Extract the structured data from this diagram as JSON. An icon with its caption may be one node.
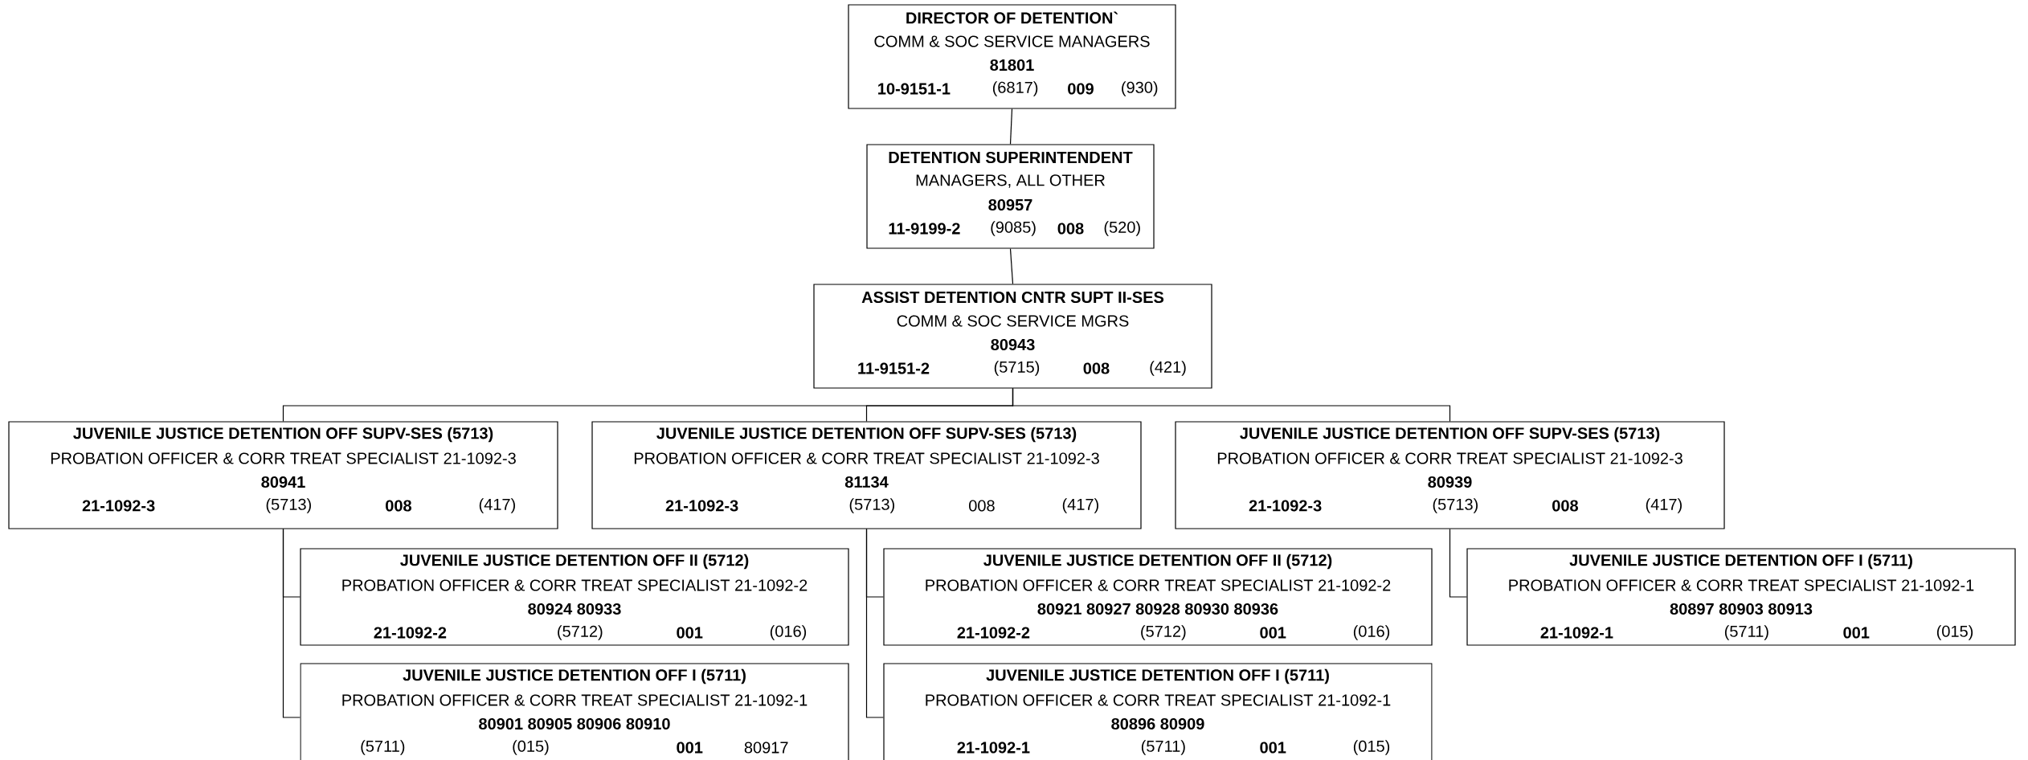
{
  "diagram": {
    "nodes": [
      {
        "text": [
          "DIRECTOR OF DETENTION`",
          "COMM & SOC SERVICE MANAGERS",
          "81801",
          "10-9151-1",
          "(6817)",
          "009",
          "(930)"
        ]
      },
      {
        "text": [
          "DETENTION SUPERINTENDENT",
          "MANAGERS, ALL OTHER",
          "80957",
          "11-9199-2",
          "(9085)",
          "008",
          "(520)"
        ]
      },
      {
        "text": [
          "ASSIST DETENTION CNTR SUPT II-SES",
          "COMM & SOC SERVICE MGRS",
          "80943",
          "11-9151-2",
          "(5715)",
          "008",
          "(421)"
        ]
      },
      {
        "text": [
          "JUVENILE JUSTICE DETENTION OFF SUPV-SES (5713)",
          "PROBATION OFFICER & CORR TREAT SPECIALIST 21-1092-3",
          "80941",
          "21-1092-3",
          "(5713)",
          "008",
          "(417)"
        ]
      },
      {
        "text": [
          "JUVENILE JUSTICE DETENTION OFF SUPV-SES (5713)",
          "PROBATION OFFICER & CORR TREAT SPECIALIST 21-1092-3",
          "81134",
          "21-1092-3",
          "(5713)",
          "008",
          "(417)"
        ]
      },
      {
        "text": [
          "JUVENILE JUSTICE DETENTION OFF SUPV-SES (5713)",
          "PROBATION OFFICER & CORR TREAT SPECIALIST 21-1092-3",
          "80939",
          "21-1092-3",
          "(5713)",
          "008",
          "(417)"
        ]
      },
      {
        "text": [
          "JUVENILE JUSTICE DETENTION OFF II (5712)",
          "PROBATION OFFICER & CORR TREAT SPECIALIST 21-1092-2",
          "80924 80933",
          "21-1092-2",
          "(5712)",
          "001",
          "(016)"
        ]
      },
      {
        "text": [
          "JUVENILE JUSTICE DETENTION OFF I (5711)",
          "PROBATION OFFICER & CORR TREAT SPECIALIST 21-1092-1",
          "80901 80905 80906 80910",
          "(5711)",
          "(015)",
          "001",
          "80917"
        ]
      },
      {
        "text": [
          "JUVENILE JUSTICE DETENTION OFF II (5712)",
          "PROBATION OFFICER & CORR TREAT SPECIALIST 21-1092-2",
          "80921 80927 80928 80930 80936",
          "21-1092-2",
          "(5712)",
          "001",
          "(016)"
        ]
      },
      {
        "text": [
          "JUVENILE JUSTICE DETENTION OFF I (5711)",
          "PROBATION OFFICER & CORR TREAT SPECIALIST 21-1092-1",
          "80896 80909",
          "21-1092-1",
          "(5711)",
          "001",
          "(015)"
        ]
      },
      {
        "text": [
          "JUVENILE JUSTICE DETENTION OFF I (5711)",
          "PROBATION OFFICER & CORR TREAT SPECIALIST 21-1092-1",
          "80897 80903 80913",
          "21-1092-1",
          "(5711)",
          "001",
          "(015)"
        ]
      }
    ],
    "edges": [
      {
        "from": 0,
        "to": 1,
        "arrow": "none"
      },
      {
        "from": 1,
        "to": 2,
        "arrow": "none"
      },
      {
        "from": 2,
        "to": 3,
        "arrow": "none"
      },
      {
        "from": 2,
        "to": 4,
        "arrow": "none"
      },
      {
        "from": 2,
        "to": 5,
        "arrow": "none"
      },
      {
        "from": 3,
        "to": 6,
        "arrow": "none"
      },
      {
        "from": 3,
        "to": 7,
        "arrow": "none"
      },
      {
        "from": 4,
        "to": 8,
        "arrow": "none"
      },
      {
        "from": 4,
        "to": 9,
        "arrow": "none"
      },
      {
        "from": 5,
        "to": 10,
        "arrow": "none"
      }
    ]
  }
}
